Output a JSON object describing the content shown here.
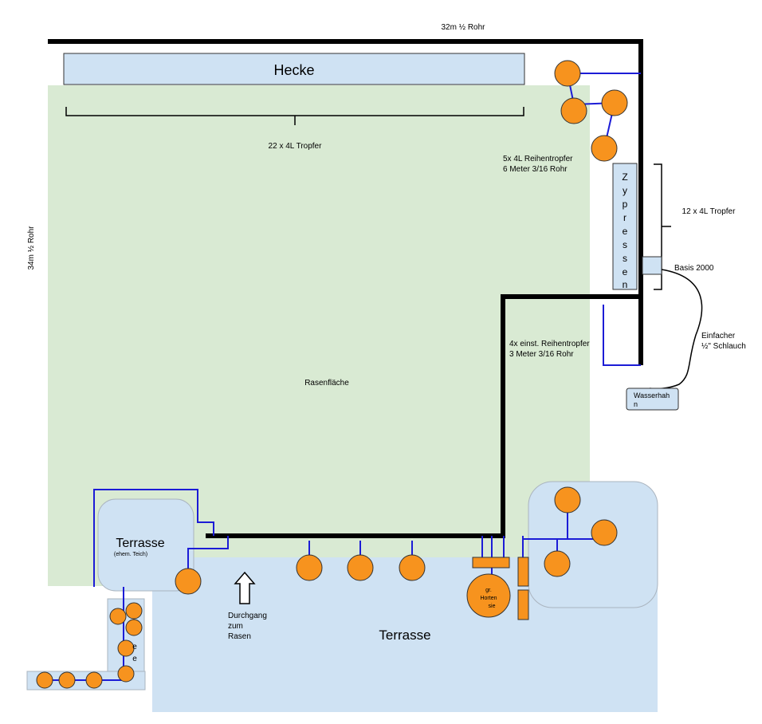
{
  "colors": {
    "lawn": "#d9ead3",
    "terrace": "#cfe2f3",
    "terrace_stroke": "#9aa6b2",
    "pipe_main": "#000000",
    "pipe_drip": "#1c1cd6",
    "plant": "#f7931e",
    "plant_stroke": "#333333"
  },
  "labels": {
    "top_pipe": "32m ½ Rohr",
    "left_pipe": "34m ½ Rohr",
    "hecke": "Hecke",
    "hecke_dripper": "22 x 4L Tropfer",
    "reihentropfer_top_1": "5x 4L Reihentropfer",
    "reihentropfer_top_2": "6 Meter 3/16 Rohr",
    "zypressen_letters": [
      "Z",
      "y",
      "p",
      "r",
      "e",
      "s",
      "s",
      "e",
      "n"
    ],
    "zypressen_dripper": "12 x 4L Tropfer",
    "basis": "Basis 2000",
    "hose_1": "Einfacher",
    "hose_2": "½\" Schlauch",
    "wasserhahn_1": "Wasserhah",
    "wasserhahn_2": "n",
    "reihentropfer_mid_1": "4x einst. Reihentropfer",
    "reihentropfer_mid_2": "3 Meter 3/16 Rohr",
    "lawn": "Rasenfläche",
    "terrace_small": "Terrasse",
    "terrace_small_sub": "(ehem. Teich)",
    "terrace_big": "Terrasse",
    "passage_1": "Durchgang",
    "passage_2": "zum",
    "passage_3": "Rasen",
    "hortensie_1": "gr.",
    "hortensie_2": "Horten",
    "hortensie_3": "sie",
    "path_letters": [
      "e",
      "e"
    ]
  }
}
